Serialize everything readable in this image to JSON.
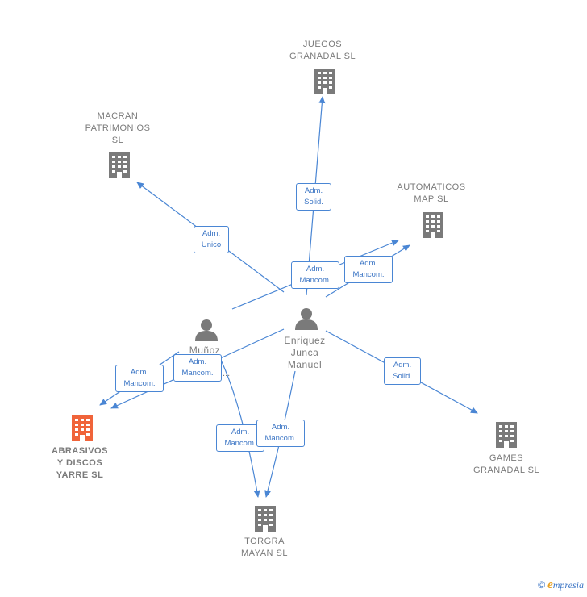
{
  "nodes": {
    "juegos": {
      "label": "JUEGOS\nGRANADAL  SL",
      "icon": "building-icon",
      "color": "#7a7a7a"
    },
    "macran": {
      "label": "MACRAN\nPATRIMONIOS\nSL",
      "icon": "building-icon",
      "color": "#7a7a7a"
    },
    "automaticos": {
      "label": "AUTOMATICOS\nMAP  SL",
      "icon": "building-icon",
      "color": "#7a7a7a"
    },
    "enriquez": {
      "label": "Enriquez\nJunca\nManuel",
      "icon": "person-icon",
      "color": "#7a7a7a"
    },
    "munoz": {
      "label": "Muñoz",
      "icon": "person-icon",
      "color": "#7a7a7a"
    },
    "abrasivos": {
      "label": "ABRASIVOS\nY DISCOS\nYARRE  SL",
      "icon": "building-icon",
      "color": "#f0643a"
    },
    "games": {
      "label": "GAMES\nGRANADAL  SL",
      "icon": "building-icon",
      "color": "#7a7a7a"
    },
    "torgra": {
      "label": "TORGRA\nMAYAN  SL",
      "icon": "building-icon",
      "color": "#7a7a7a"
    }
  },
  "edges": [
    {
      "id": "e1",
      "label": "Adm.\nSolid."
    },
    {
      "id": "e2",
      "label": "Adm.\nUnico"
    },
    {
      "id": "e3",
      "label": "Adm.\nMancom."
    },
    {
      "id": "e4",
      "label": "Adm.\nMancom."
    },
    {
      "id": "e5",
      "label": "Adm.\nMancom."
    },
    {
      "id": "e6",
      "label": "Adm.\nMancom."
    },
    {
      "id": "e7",
      "label": "Adm.\nSolid."
    },
    {
      "id": "e8",
      "label": "Adm.\nMancom."
    },
    {
      "id": "e9",
      "label": "Adm.\nMancom."
    }
  ],
  "ellipsis": "...",
  "footer": {
    "copyright": "©",
    "brand_initial": "e",
    "brand_rest": "mpresia"
  },
  "colors": {
    "edge": "#4a86d4",
    "node": "#7a7a7a",
    "highlight": "#f0643a"
  }
}
